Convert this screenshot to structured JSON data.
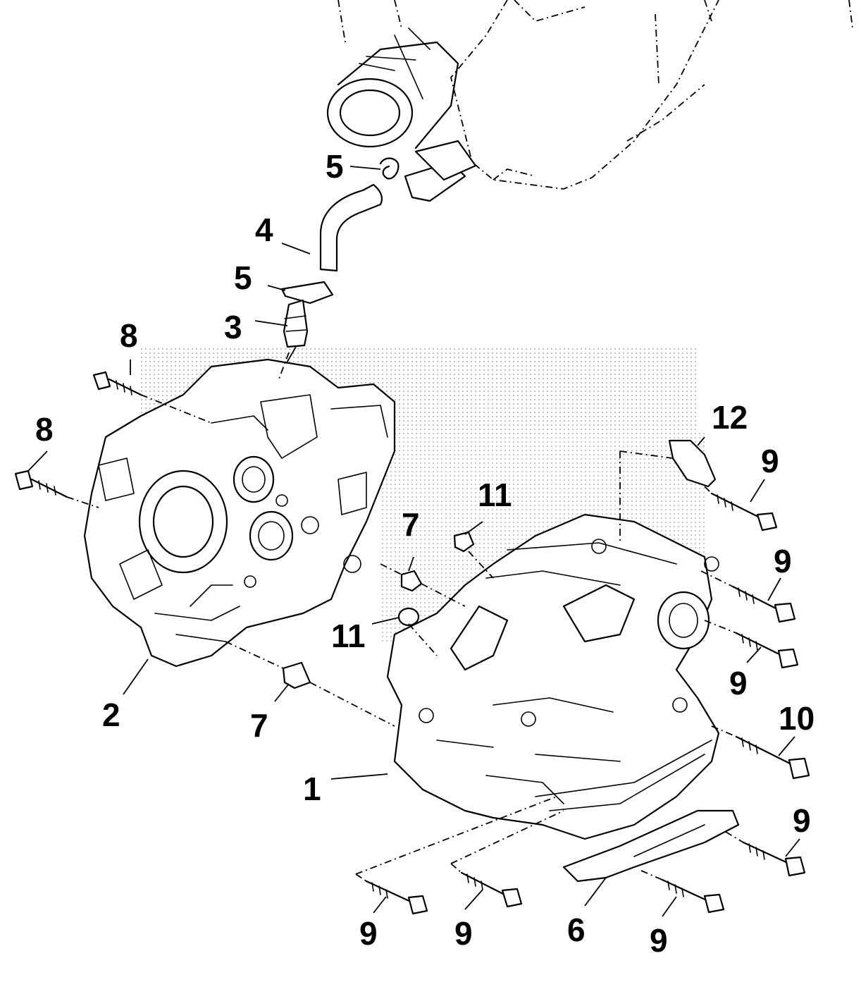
{
  "labels": [
    {
      "id": "1",
      "text": "1"
    },
    {
      "id": "2",
      "text": "2"
    },
    {
      "id": "3",
      "text": "3"
    },
    {
      "id": "4",
      "text": "4"
    },
    {
      "id": "5a",
      "text": "5"
    },
    {
      "id": "5b",
      "text": "5"
    },
    {
      "id": "6",
      "text": "6"
    },
    {
      "id": "7a",
      "text": "7"
    },
    {
      "id": "7b",
      "text": "7"
    },
    {
      "id": "8a",
      "text": "8"
    },
    {
      "id": "8b",
      "text": "8"
    },
    {
      "id": "9a",
      "text": "9"
    },
    {
      "id": "9b",
      "text": "9"
    },
    {
      "id": "9c",
      "text": "9"
    },
    {
      "id": "9d",
      "text": "9"
    },
    {
      "id": "9e",
      "text": "9"
    },
    {
      "id": "9f",
      "text": "9"
    },
    {
      "id": "9g",
      "text": "9"
    },
    {
      "id": "10",
      "text": "10"
    },
    {
      "id": "11a",
      "text": "11"
    },
    {
      "id": "11b",
      "text": "11"
    },
    {
      "id": "12",
      "text": "12"
    }
  ],
  "colors": {
    "ink": "#000000",
    "paper": "#ffffff",
    "screen": "#bdbdbd"
  }
}
